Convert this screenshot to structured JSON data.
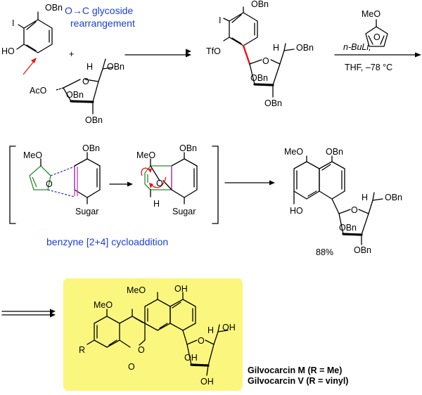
{
  "text": {
    "obn": "OBn",
    "ome": "MeO",
    "oh": "OH",
    "ho": "HO",
    "i": "I",
    "tfo": "TfO",
    "aco": "AcO",
    "h": "H",
    "o": "O",
    "sugar": "Sugar",
    "r": "R",
    "plus": "+",
    "glycoside_line1": "O→C glycoside",
    "glycoside_line2": "rearrangement",
    "reagent1": "n-BuLi,",
    "reagent2": "THF, –78 °C",
    "cycloaddition": "benzyne [2+4] cycloaddition",
    "yield": "88%",
    "product1": "Gilvocarcin M (R = Me)",
    "product2": "Gilvocarcin V (R = vinyl)"
  },
  "colors": {
    "bond": "#000000",
    "annotation_blue": "#1b3fd6",
    "new_bond_red": "#e8141a",
    "furan_green": "#2e8b2e",
    "benzyne_magenta": "#c040c8",
    "highlight_box": "#fbf67e"
  }
}
